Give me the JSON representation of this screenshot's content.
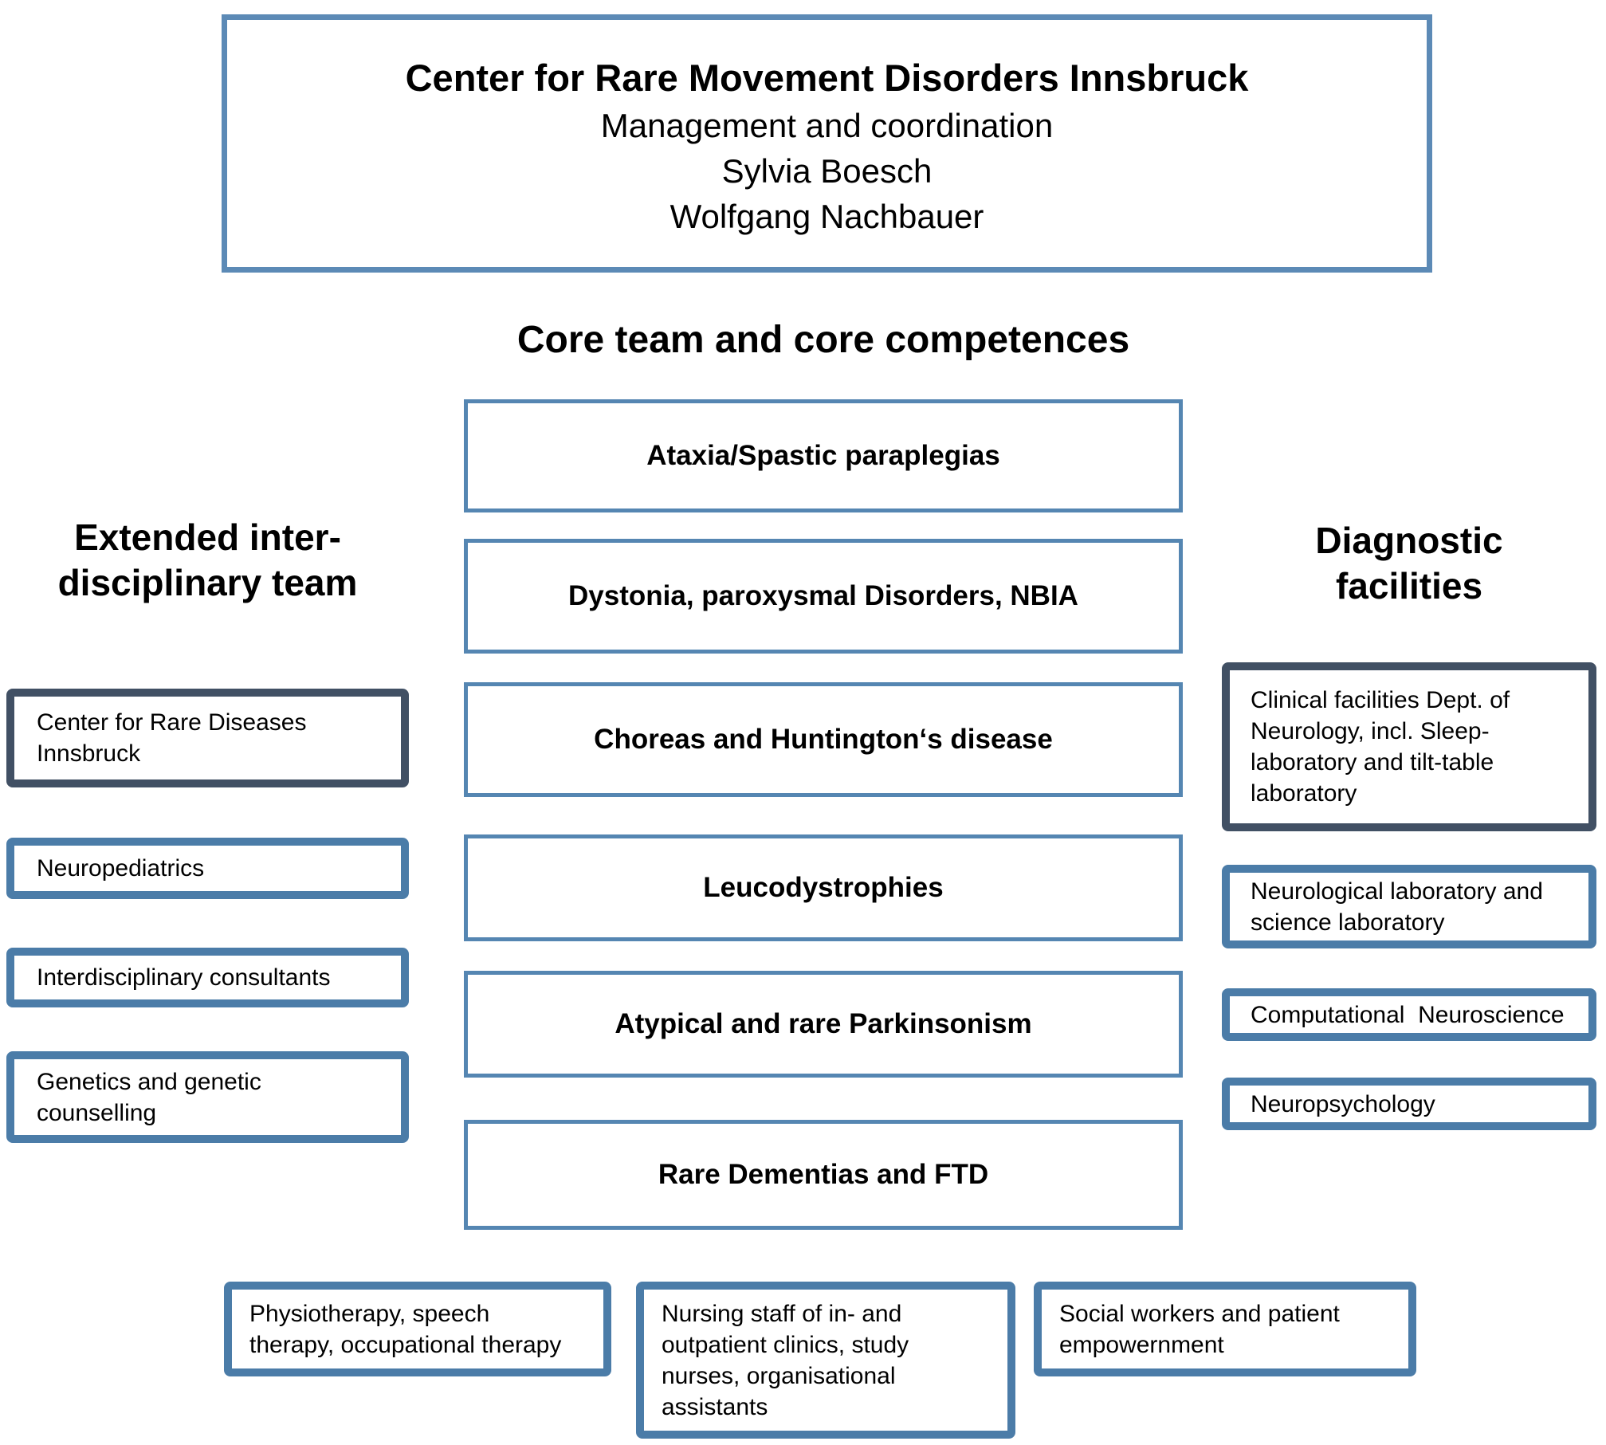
{
  "title_box": {
    "title": "Center for Rare Movement Disorders Innsbruck",
    "subtitle": "Management and coordination",
    "person1": "Sylvia Boesch",
    "person2": "Wolfgang Nachbauer"
  },
  "core": {
    "heading": "Core team and core competences",
    "boxes": [
      {
        "label": "Ataxia/Spastic paraplegias"
      },
      {
        "label": "Dystonia, paroxysmal Disorders, NBIA"
      },
      {
        "label": "Choreas and Huntington‘s disease"
      },
      {
        "label": "Leucodystrophies"
      },
      {
        "label": "Atypical and rare Parkinsonism"
      },
      {
        "label": "Rare Dementias and FTD"
      }
    ]
  },
  "left_column": {
    "heading": "Extended inter-\ndisciplinary team",
    "boxes": [
      {
        "label": "Center for Rare Diseases\nInnsbruck",
        "variant": "dark"
      },
      {
        "label": "Neuropediatrics",
        "variant": "blue"
      },
      {
        "label": "Interdisciplinary consultants",
        "variant": "blue"
      },
      {
        "label": "Genetics and genetic\ncounselling",
        "variant": "blue"
      }
    ]
  },
  "right_column": {
    "heading": "Diagnostic\nfacilities",
    "boxes": [
      {
        "label": "Clinical facilities Dept. of\nNeurology, incl. Sleep-\nlaboratory and tilt-table\nlaboratory",
        "variant": "dark"
      },
      {
        "label": "Neurological laboratory and\nscience laboratory",
        "variant": "blue"
      },
      {
        "label": "Computational  Neuroscience",
        "variant": "blue"
      },
      {
        "label": "Neuropsychology",
        "variant": "blue"
      }
    ]
  },
  "bottom_row": {
    "boxes": [
      {
        "label": "Physiotherapy, speech\ntherapy, occupational therapy"
      },
      {
        "label": "Nursing staff of in- and\noutpatient clinics, study\nnurses, organisational\nassistants"
      },
      {
        "label": "Social workers and patient\nempowernment"
      }
    ]
  },
  "colors": {
    "border_blue": "#4B7CA8",
    "border_blue_light": "#5586B2",
    "border_dark": "#415064",
    "title_border": "#5C8AB6",
    "text": "#000000",
    "background": "#FFFFFF"
  }
}
